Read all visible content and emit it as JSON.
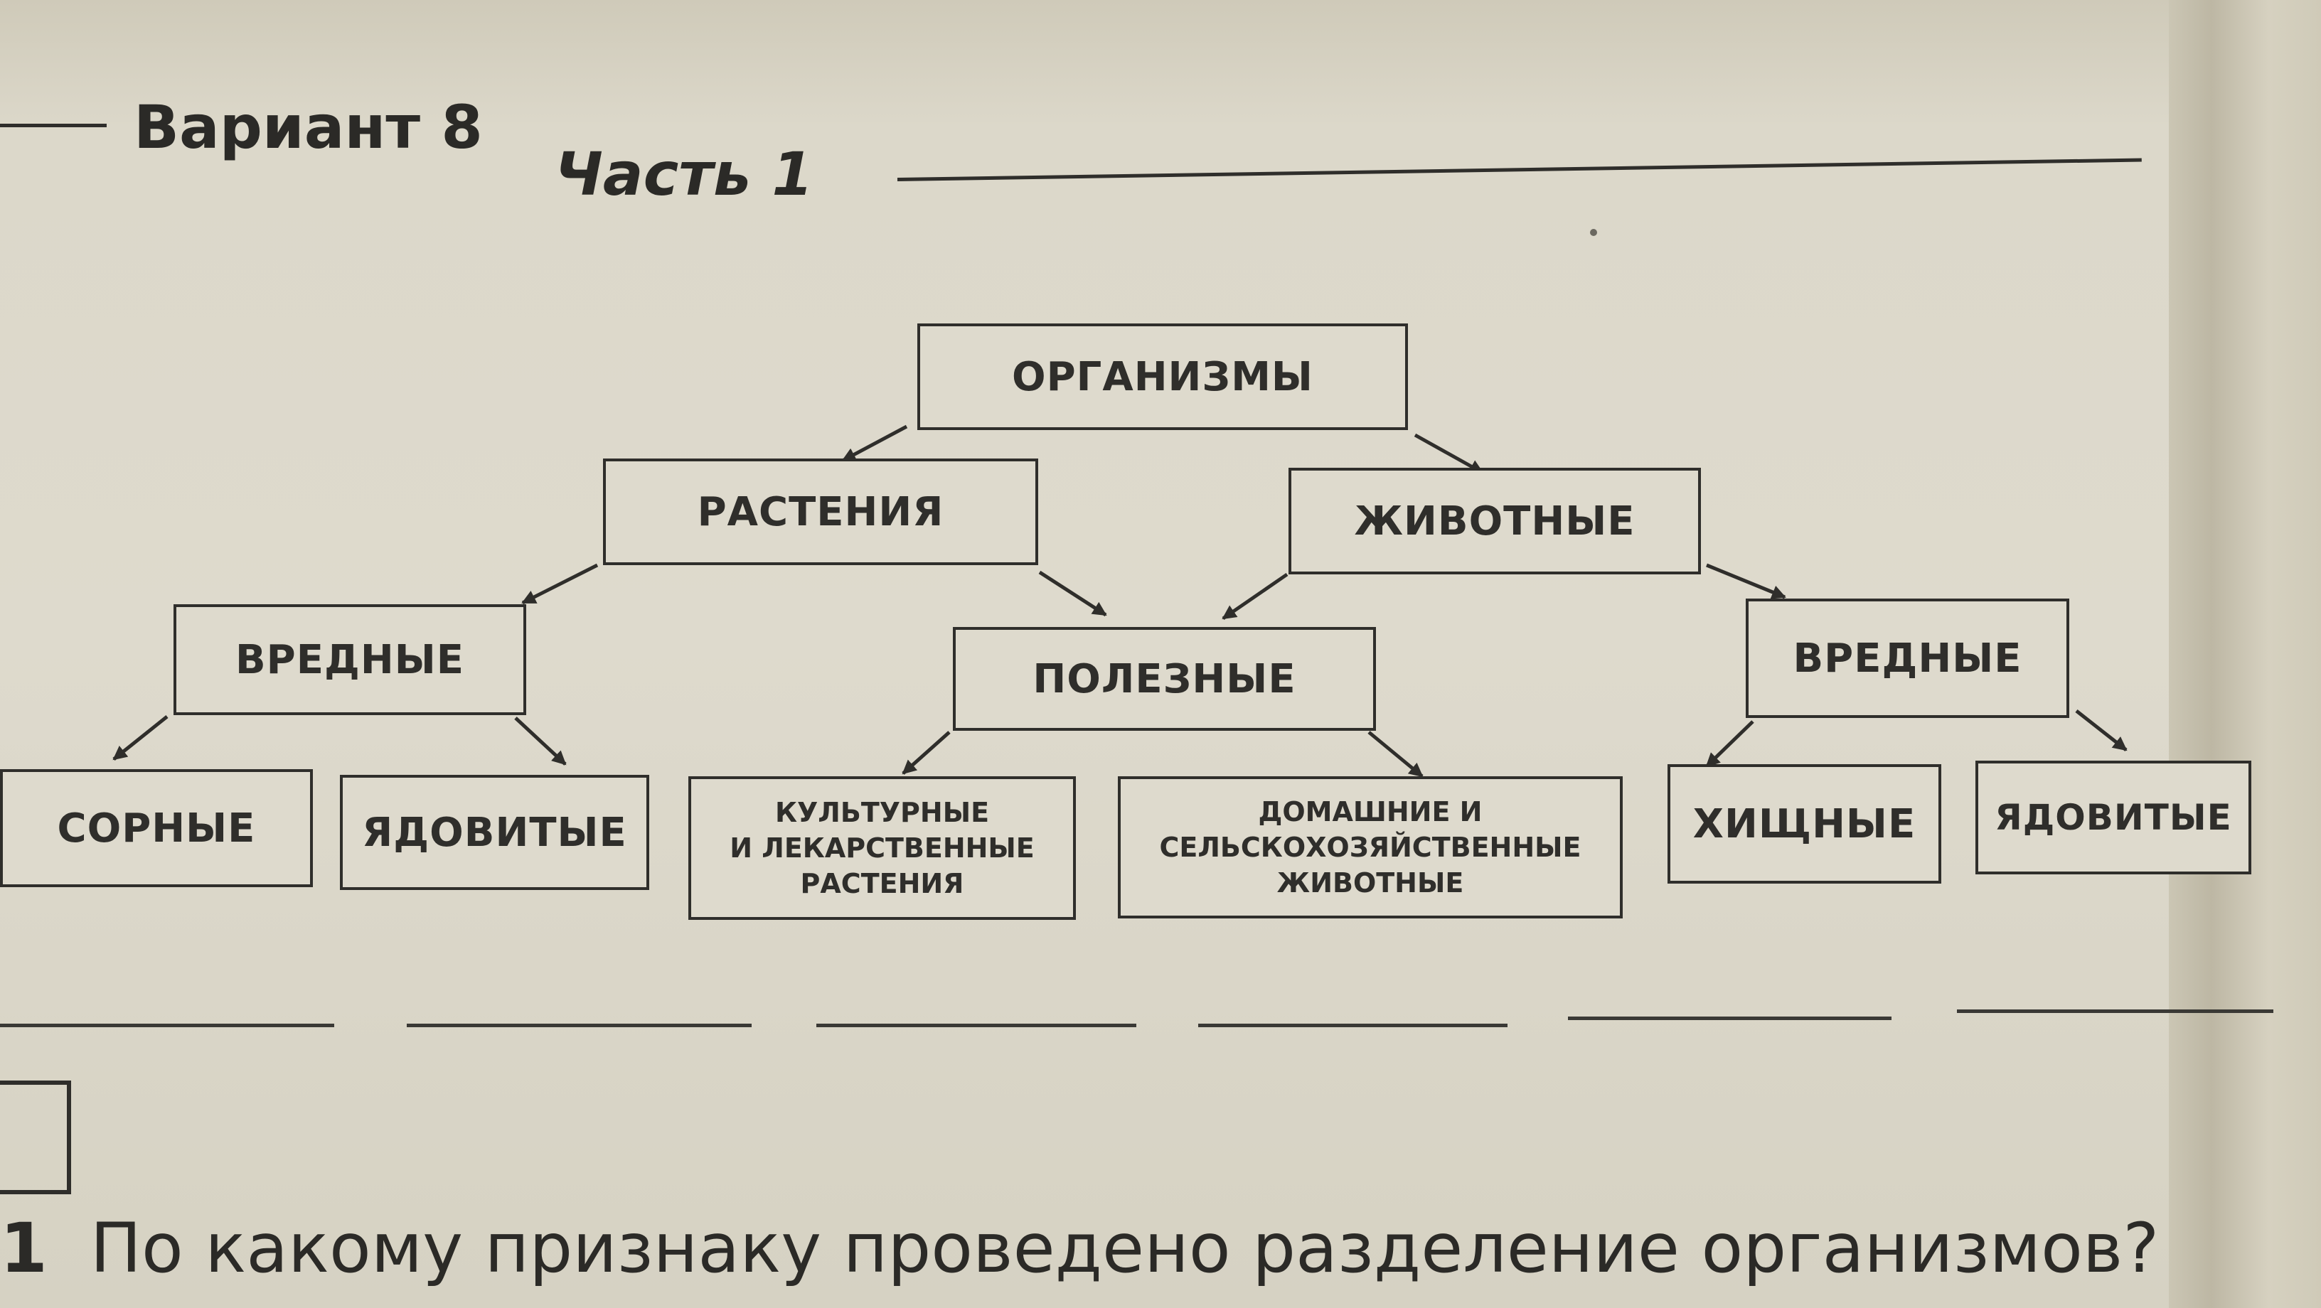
{
  "header": {
    "variant": "Вариант 8",
    "part": "Часть 1"
  },
  "diagram": {
    "root": "ОРГАНИЗМЫ",
    "plants": "РАСТЕНИЯ",
    "animals": "ЖИВОТНЫЕ",
    "harmful_plants": "ВРЕДНЫЕ",
    "useful": "ПОЛЕЗНЫЕ",
    "harmful_animals": "ВРЕДНЫЕ",
    "weeds": "СОРНЫЕ",
    "poisonous_plants": "ЯДОВИТЫЕ",
    "cultivated": [
      "КУЛЬТУРНЫЕ",
      "И ЛЕКАРСТВЕННЫЕ",
      "РАСТЕНИЯ"
    ],
    "domestic": [
      "ДОМАШНИЕ И",
      "СЕЛЬСКОХОЗЯЙСТВЕННЫЕ",
      "ЖИВОТНЫЕ"
    ],
    "predators": "ХИЩНЫЕ",
    "poisonous_animals": "ЯДОВИТЫЕ"
  },
  "question": {
    "number": "1",
    "text": "По какому признаку проведено разделение организмов?"
  },
  "colors": {
    "ink": "#2f2e2b",
    "paper": "#dedacd"
  }
}
